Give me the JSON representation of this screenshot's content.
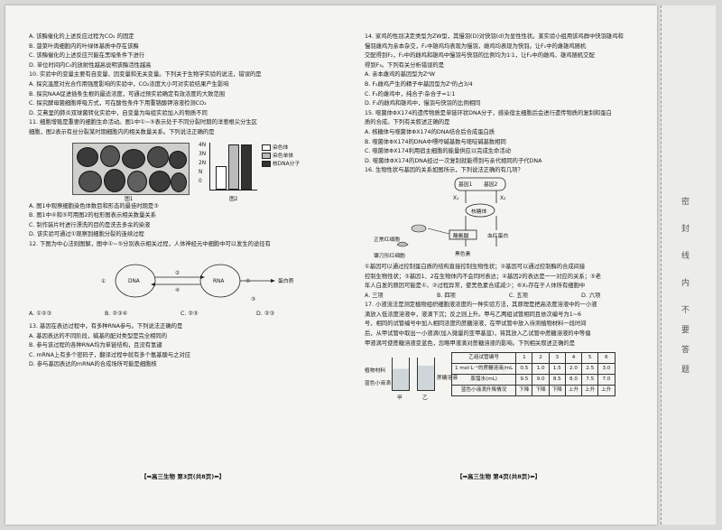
{
  "left": {
    "lines": [
      "A. 该酶催化的上述反应过程为CO₂ 的固定",
      "B. 菠菜叶肉细胞内的叶绿体基质中存在该酶",
      "C. 该酶催化的上述反应只能在黑暗条件下进行",
      "D. 单位时间内C₅的放射性越高说明该酶活性越高",
      "10. 实验中的变量主要有自变量、因变量和无关变量。下列关于生物学实验的说法，错误的是",
      "A. 探究温度对光合作用强度影响的实验中，CO₂浓度大小可对实验结果产生影响",
      "B. 探究NAA促进插条生根的最适浓度，可通过预实验确定有效浓度的大致范围",
      "C. 探究酵母菌细胞呼吸方式，可在酸性条件下用重铬酸钾溶液检测CO₂",
      "D. 艾弗里的肺炎双球菌转化实验中，自变量为每组实验加入的物质不同",
      "11. 细胞增殖是重要的细胞生命活动。图1中①~⑤表示处于不同分裂时期的洋葱根尖分生区",
      "细胞，图2表示有丝分裂某时期细胞内的相关数量关系。下列说法正确的是"
    ],
    "fig1_caption": "图1",
    "fig2_caption": "图2",
    "fig2_yticks": [
      "4N",
      "3N",
      "2N",
      "N",
      "0"
    ],
    "legend": [
      "染色体",
      "染色单体",
      "核DNA分子"
    ],
    "lines2": [
      "A. 图1中观察细胞染色体数目和形态的最佳时期是③",
      "B. 图1中④和⑤可用图2的柱形图表示相关数量关系",
      "C. 制作装片时进行漂洗的目的是洗去多余的染液",
      "D. 该实验可通过①观察到细胞分裂的连续过程",
      "12. 下图为中心法则图解，图中①~⑤分别表示相关过程，人体神经元中细胞中可以发生的途径有"
    ],
    "dogma": {
      "dna": "DNA",
      "rna": "RNA",
      "protein": "蛋白质",
      "nums": [
        "①",
        "②",
        "③",
        "④",
        "⑤"
      ]
    },
    "q12_options": [
      "A. ①②③",
      "B. ②③④",
      "C. ②⑤",
      "D. ②③"
    ],
    "lines3": [
      "13. 基因在表达过程中，有多种RNA参与。下列说法正确的是",
      "A. 基因表达的不同阶段，碱基的配对类型是完全相同的",
      "B. 参与该过程的各种RNA均为单链结构，且没有氢键",
      "C. mRNA上有多个密码子，翻译过程中就有多个氨基酸与之对应",
      "D. 参与基因表达的mRNA的合成场所可能是细胞核"
    ],
    "footer": "【➡高三生物  第3页(共8页)⬅】"
  },
  "right": {
    "lines": [
      "14. 家鸡的性别决定类型为ZW型，其慢羽(D)对快羽(d)为显性性状。某实验小组用该鸡群中快羽雄鸡和",
      "慢羽雌鸡为亲本杂交，F₁中雄鸡均表现为慢羽，雌鸡均表现为快羽。让F₁中的雌雄鸡随机",
      "交配得到F₂，F₂中的雌鸡和雄鸡中慢羽与快羽的比例均为1∶1，让F₂中的雌鸡、雄鸡随机交配",
      "得到F₃。下列有关分析错误的是",
      "A. 亲本雌鸡的基因型为ZᵈW",
      "B. F₂雌鸡产生的精子中基因型为Zᵈ的占3/4",
      "C. F₃的雌鸡中，纯合子∶杂合子=1∶1",
      "D. F₃的雌鸡和雄鸡中，慢羽与快羽的比例相同",
      "15. 噬菌体ΦX174的遗传物质是单链环状DNA分子，感染宿主细胞后会进行遗传物质的复制和蛋白",
      "质的合成。下列有关叙述正确的是",
      "A. 核糖体与噬菌体ΦX174的DNA结合后合成蛋白质",
      "B. 噬菌体ΦX174的DNA中嘌呤碱基数与嘧啶碱基数相同",
      "C. 噬菌体ΦX174利用宿主细胞的能量供应以完成生命活动",
      "D. 噬菌体ΦX174的DNA经过一次复制就能得到与亲代相同的子代DNA",
      "16. 生物性状与基因的关系如图所示，下列说法正确的有几项？"
    ],
    "metab": {
      "gene1": "基因1",
      "gene2": "基因2",
      "x1": "X₁",
      "x2": "X₂",
      "ribosome": "核糖体",
      "tyrosine": "酪氨酸",
      "hb": "血红蛋白",
      "melanin": "黑色素",
      "rbc_normal": "正常红细胞",
      "rbc_sickle": "镰刀形红细胞"
    },
    "lines2": [
      "①基因可以通过控制蛋白质的结构直接控制生物性状；②基因可以通过控制酶的合成间接",
      "控制生物性状；③基因1、2在生物体内不会同时表达；④基因2的表达是一一对应的关系；⑤老",
      "年人白发的原因可能是①、②过程异常，使黑色素合成减少；⑥X₁存在于人体所有细胞中"
    ],
    "q16_options": [
      "A. 三项",
      "B. 四项",
      "C. 五项",
      "D. 六项"
    ],
    "lines3": [
      "17. 小液流法是测定植物组织细胞液浓度的一种实验方法，其原理是把高浓度溶液中的一小液",
      "滴放入低浓度溶液中，液滴下沉；反之则上升。甲与乙两组试管相同且依次编号为1~6",
      "号，相同的试管编号中加入相同浓度的蔗糖溶液，在甲试管中放入待测植物材料一段时间",
      "后，从甲试管中取出一小液滴(加入微量的亚甲基蓝)，将其放入乙试管中蔗糖溶液的中等偏",
      "甲液滴可使蔗糖溶液变蓝色，忽略甲液滴对蔗糖溶液的影响。下列相关叙述正确的是"
    ],
    "table": {
      "header": [
        "乙组试管编号",
        "1",
        "2",
        "3",
        "4",
        "5",
        "6"
      ],
      "row1": [
        "1 mol·L⁻¹的蔗糖溶液/mL",
        "0.5",
        "1.0",
        "1.5",
        "2.0",
        "2.5",
        "3.0"
      ],
      "row2": [
        "蒸馏水(mL)",
        "9.5",
        "9.0",
        "8.5",
        "8.0",
        "7.5",
        "7.0"
      ],
      "row3": [
        "蓝色小液滴升降情况",
        "下降",
        "下降",
        "下降",
        "上升",
        "上升",
        "上升"
      ]
    },
    "beaker_labels": {
      "a": "甲",
      "b": "乙",
      "material": "植物材料",
      "blue": "蓝色小液滴",
      "left": "蔗糖溶液"
    },
    "footer": "【➡高三生物  第4页(共8页)⬅】"
  },
  "margin_chars": [
    "密",
    "封",
    "线",
    "内",
    "不",
    "要",
    "答",
    "题"
  ]
}
